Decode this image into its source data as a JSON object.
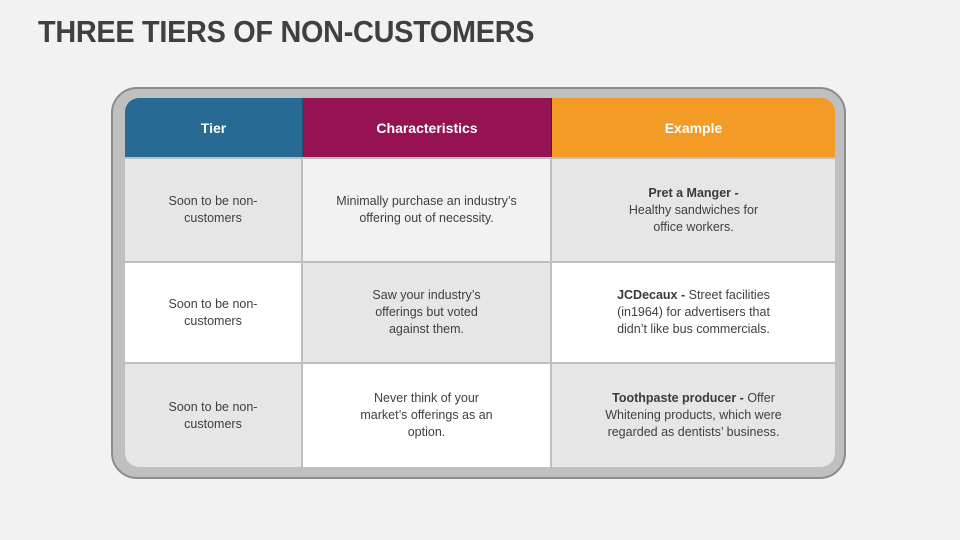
{
  "slide": {
    "title": "THREE TIERS OF NON-CUSTOMERS"
  },
  "table": {
    "headers": [
      {
        "label": "Tier",
        "color": "#276a93"
      },
      {
        "label": "Characteristics",
        "color": "#951352"
      },
      {
        "label": "Example",
        "color": "#f29b26"
      }
    ],
    "rows": [
      {
        "tier": "Soon to be non-customers",
        "characteristics": "Minimally purchase an industry’s offering out of necessity.",
        "example_bold": "Pret a Manger -",
        "example_text": "Healthy sandwiches for office workers."
      },
      {
        "tier": "Soon to be non-customers",
        "characteristics": "Saw your industry’s offerings but voted against them.",
        "example_bold": "JCDecaux -",
        "example_text": " Street facilities (in1964) for advertisers that didn’t like bus commercials."
      },
      {
        "tier": "Soon to be non-customers",
        "characteristics": "Never think of your market’s offerings as an option.",
        "example_bold": "Toothpaste producer -",
        "example_text": " Offer Whitening products, which were regarded as dentists’ business."
      }
    ]
  }
}
